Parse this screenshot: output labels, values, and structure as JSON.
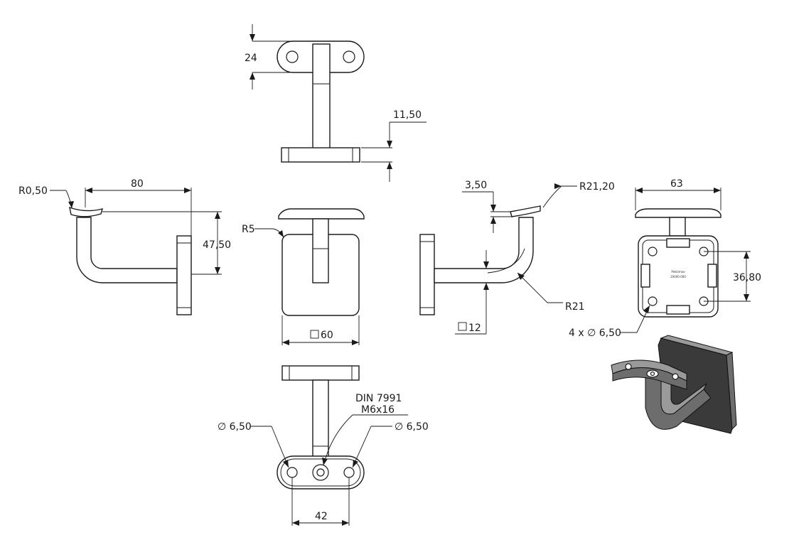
{
  "dimensions": {
    "top_height": "24",
    "top_base_thickness": "11,50",
    "side_radius_small": "R0,50",
    "side_length": "80",
    "side_height": "47,50",
    "front_radius": "R5",
    "front_square": "60",
    "right_saddle_thickness": "3,50",
    "right_radius_outer": "R21,20",
    "right_radius_inner": "R21",
    "right_bar_square": "12",
    "far_width": "63",
    "far_hole_spacing": "36,80",
    "far_holes": "4 x ∅ 6,50",
    "bottom_hole_left": "∅ 6,50",
    "bottom_hole_right": "∅ 6,50",
    "bottom_screw_standard": "DIN 7991",
    "bottom_screw_size": "M6x16",
    "bottom_hole_spacing": "42"
  },
  "plate_engraving": [
    "Pekkimoo",
    "20000-000"
  ]
}
